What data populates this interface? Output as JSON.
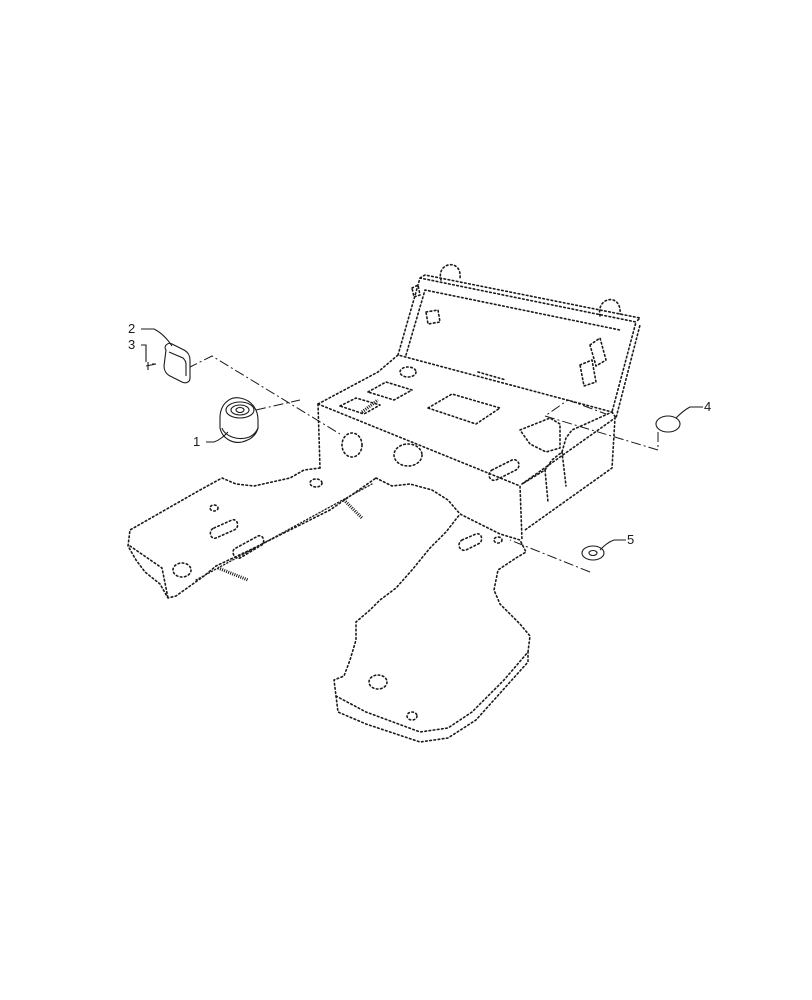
{
  "callouts": [
    {
      "id": "1",
      "label": "1",
      "part": "knob"
    },
    {
      "id": "2",
      "label": "2",
      "part": "cover-plate"
    },
    {
      "id": "3",
      "label": "3",
      "part": "screw"
    },
    {
      "id": "4",
      "label": "4",
      "part": "plug"
    },
    {
      "id": "5",
      "label": "5",
      "part": "grommet"
    }
  ],
  "colors": {
    "line": "#1a1a1a",
    "background": "#ffffff"
  }
}
